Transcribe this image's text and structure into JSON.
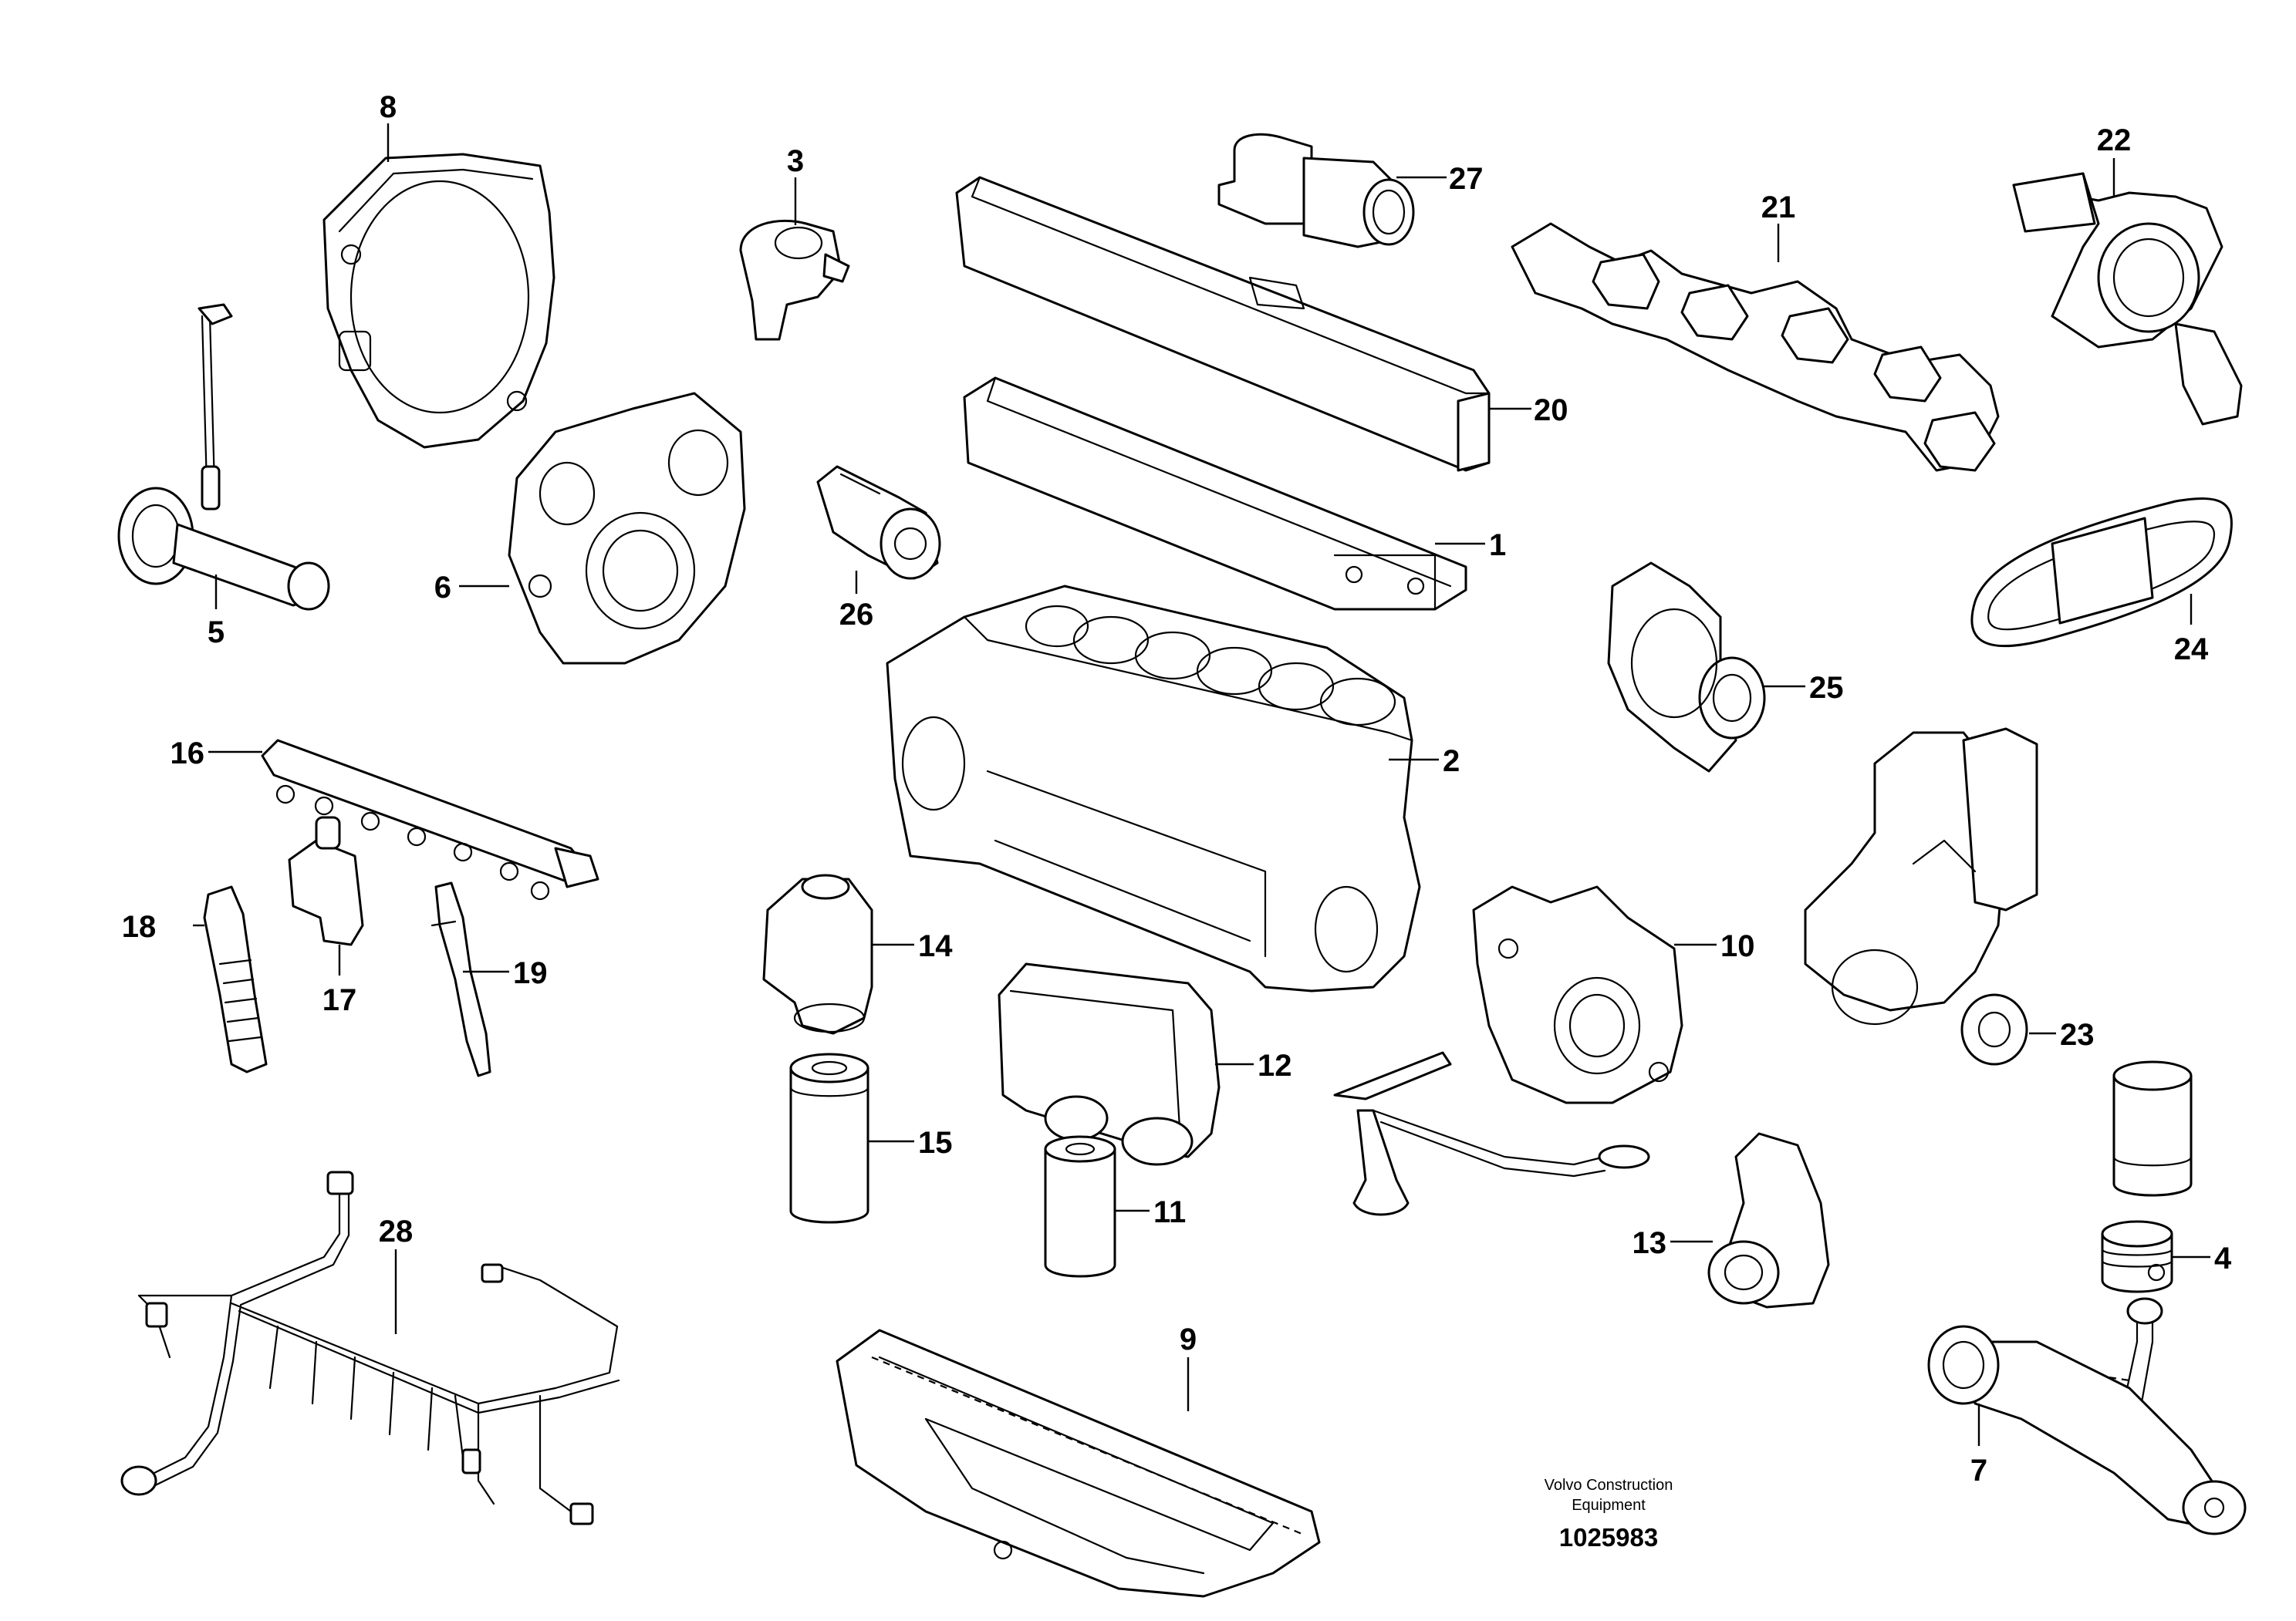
{
  "diagram": {
    "caption_line1": "Volvo Construction",
    "caption_line2": "Equipment",
    "doc_number": "1025983"
  },
  "callouts": {
    "c1": "1",
    "c2": "2",
    "c3": "3",
    "c4": "4",
    "c5": "5",
    "c6": "6",
    "c7": "7",
    "c8": "8",
    "c9": "9",
    "c10": "10",
    "c11": "11",
    "c12": "12",
    "c13": "13",
    "c14": "14",
    "c15": "15",
    "c16": "16",
    "c17": "17",
    "c18": "18",
    "c19": "19",
    "c20": "20",
    "c21": "21",
    "c22": "22",
    "c23": "23",
    "c24": "24",
    "c25": "25",
    "c26": "26",
    "c27": "27",
    "c28": "28"
  }
}
